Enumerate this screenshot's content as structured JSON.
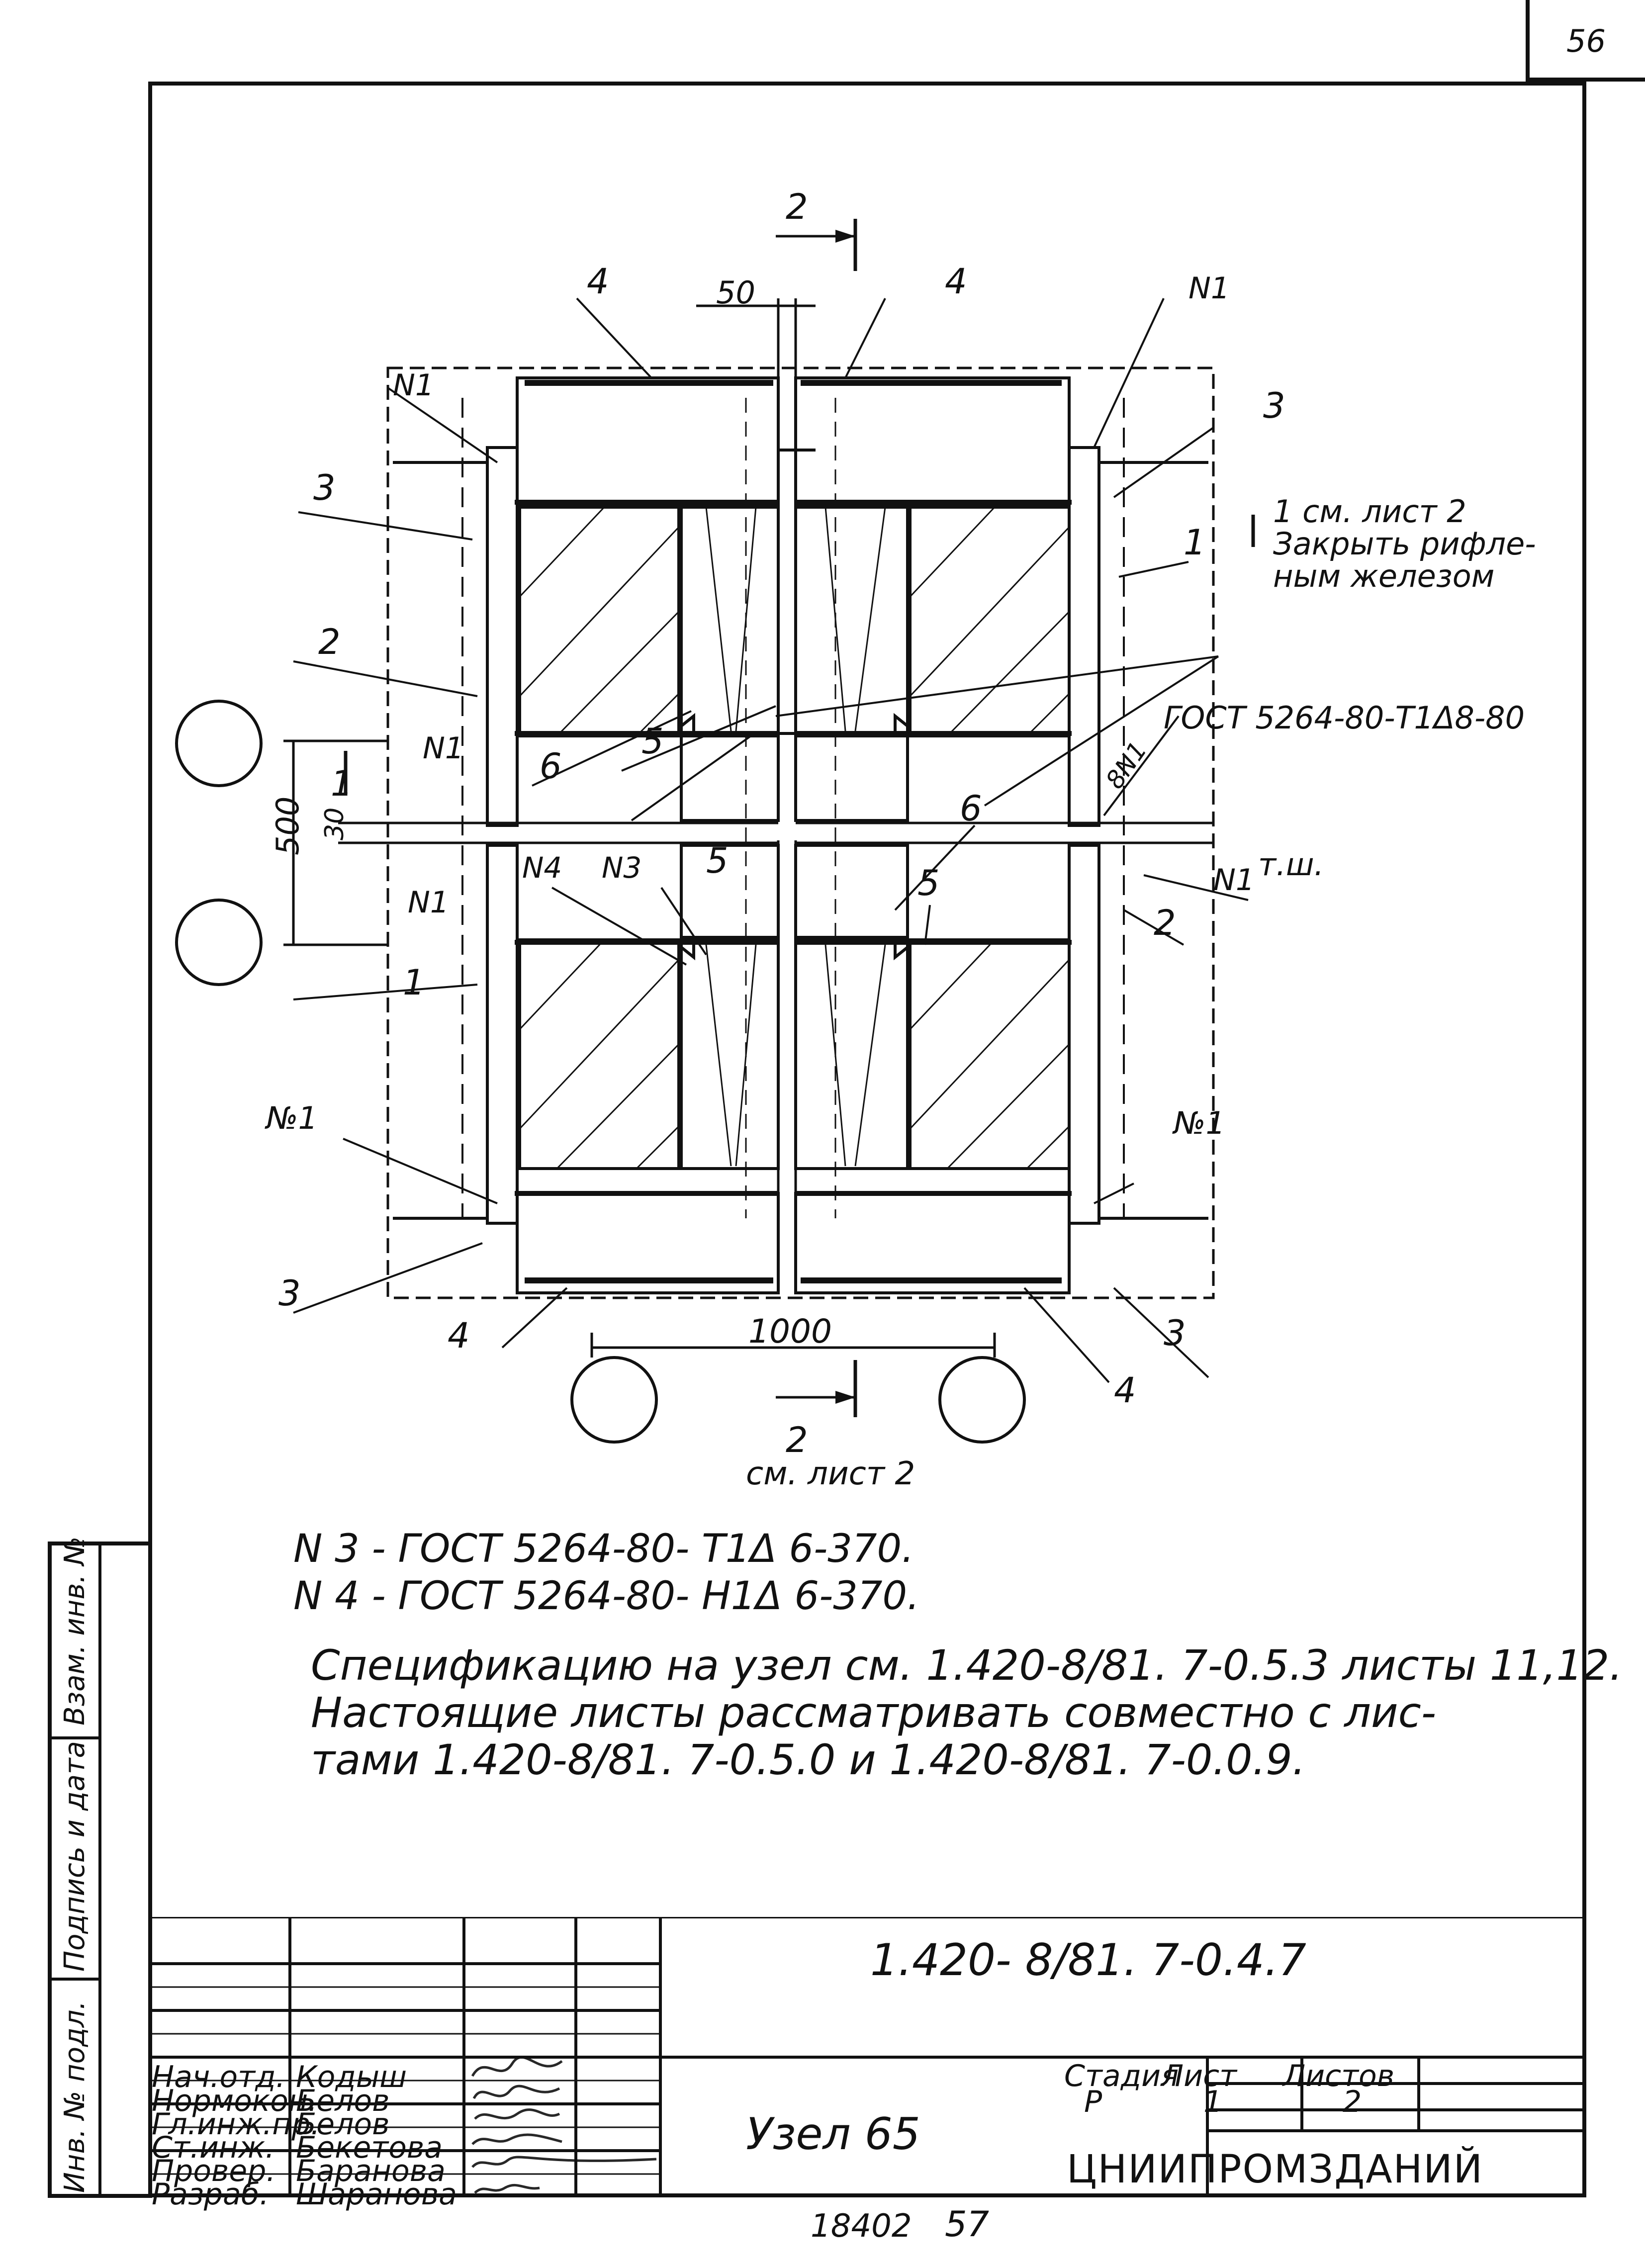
{
  "page_number": "56",
  "drawing": {
    "section_mark": "2",
    "section_ref": "см. лист 2",
    "dim_top": "50",
    "dim_500": "500",
    "dim_30": "30",
    "dim_1000": "1000",
    "mark_1": "1",
    "mark_2": "2",
    "mark_3": "3",
    "mark_4": "4",
    "mark_5": "5",
    "mark_6": "6",
    "n1": "N1",
    "n1_alt": "№1",
    "n3": "N3",
    "n4": "N4",
    "n1_rot": "8N1",
    "callout_note_a": "1 см. лист 2",
    "callout_note_b": "Закрыть рифле-",
    "callout_note_c": "ным железом",
    "gost_weld": "ГОСТ 5264-80-Т1Δ8-80",
    "tsh": "т.ш."
  },
  "notes": [
    "N 3 - ГОСТ 5264-80- Т1Δ 6-370.",
    "N 4 - ГОСТ 5264-80- Н1Δ 6-370.",
    "Спецификацию на узел см. 1.420-8/81. 7-0.5.3 листы 11,12.",
    "Настоящие листы рассматривать совместно с лис-",
    "тами 1.420-8/81. 7-0.5.0 и 1.420-8/81. 7-0.0.9."
  ],
  "side_strip": {
    "inv_podl": "Инв. № подл.",
    "podpis_data": "Подпись и дата",
    "vzam_inv": "Взам. инв. №"
  },
  "title_block": {
    "code": "1.420- 8/81. 7-0.4.7",
    "name": "Узел 65",
    "stage_label": "Стадия",
    "sheet_label": "Лист",
    "sheets_label": "Листов",
    "stage": "Р",
    "sheet": "1",
    "sheets": "2",
    "org": "ЦНИИПРОМЗДАНИЙ",
    "roles": [
      {
        "role": "Нач.отд.",
        "name": "Кодыш"
      },
      {
        "role": "Нормокон.",
        "name": "Белов"
      },
      {
        "role": "Гл.инж.пр.",
        "name": "Белов"
      },
      {
        "role": "Ст.инж.",
        "name": "Бекетова"
      },
      {
        "role": "Провер.",
        "name": "Баранова"
      },
      {
        "role": "Разраб.",
        "name": "Шаранова"
      }
    ],
    "signatures": [
      "Кодыш",
      "Белов",
      "Белов",
      "Бекет",
      "Бар",
      "Шар"
    ]
  },
  "footer": {
    "archive_no": "18402",
    "page_ref": "57"
  },
  "colors": {
    "ink": "#111111",
    "paper": "#ffffff"
  }
}
